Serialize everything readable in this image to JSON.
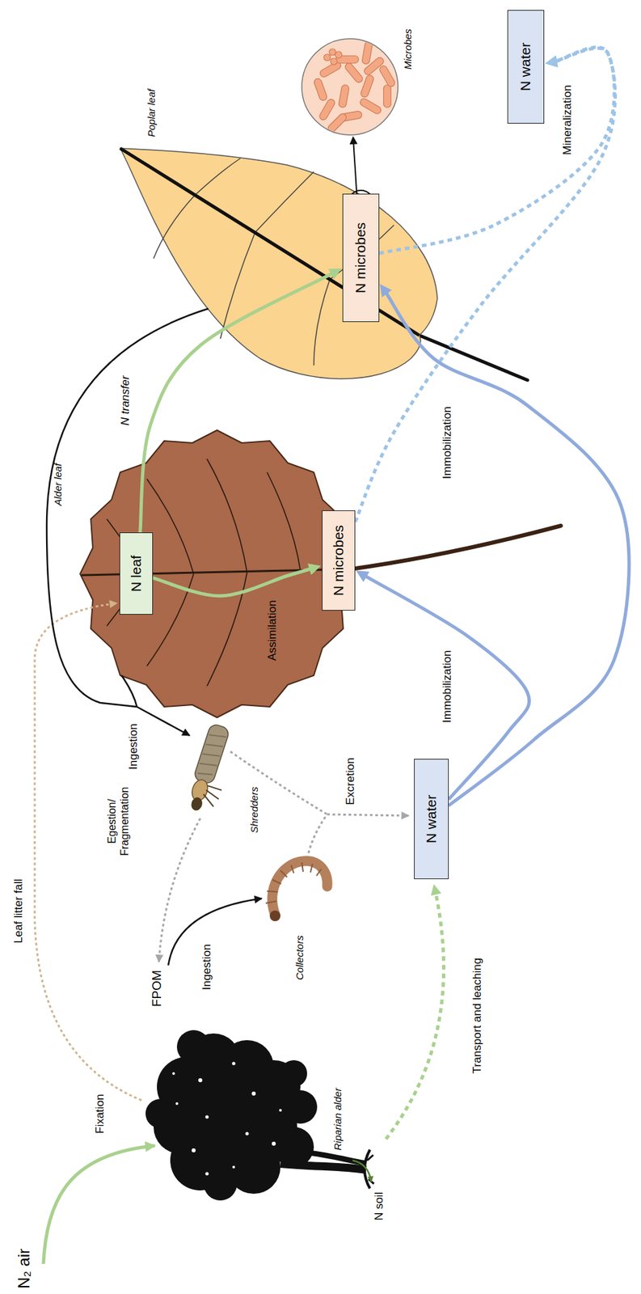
{
  "diagram": {
    "nodes": [
      {
        "text": [
          "N water"
        ]
      },
      {
        "text": [
          "Alder leaf"
        ]
      },
      {
        "text": [
          "N leaf"
        ],
        "in": 1
      },
      {
        "text": [
          "N microbes"
        ],
        "in": 1
      },
      {
        "text": [
          "Poplar leaf"
        ]
      },
      {
        "text": [
          "N microbes"
        ],
        "in": 4
      },
      {
        "text": [
          "Microbes"
        ]
      },
      {
        "text": [
          "N water"
        ]
      }
    ],
    "edges": [
      {
        "from": 2,
        "to": 3,
        "arrow": "to",
        "label": "Assimilation"
      },
      {
        "from": 2,
        "to": 5,
        "arrow": "to",
        "label": "N transfer"
      },
      {
        "from": 0,
        "to": 3,
        "arrow": "to",
        "label": "Immobilization"
      },
      {
        "from": 0,
        "to": 5,
        "arrow": "to",
        "label": "Immobilization"
      },
      {
        "from": 3,
        "to": 7,
        "arrow": "to"
      },
      {
        "from": 5,
        "to": 7,
        "arrow": "to",
        "label": "Mineralization"
      },
      {
        "from": 5,
        "to": 6,
        "arrow": "to"
      }
    ],
    "labels": [
      "N₂ air",
      "Fixation",
      "Riparian alder",
      "N soil",
      "Leaf litter fall",
      "Transport and leaching",
      "FPOM",
      "Ingestion",
      "Collectors",
      "Egestion/ Fragmentation",
      "Ingestion",
      "Shredders",
      "Excretion"
    ]
  }
}
